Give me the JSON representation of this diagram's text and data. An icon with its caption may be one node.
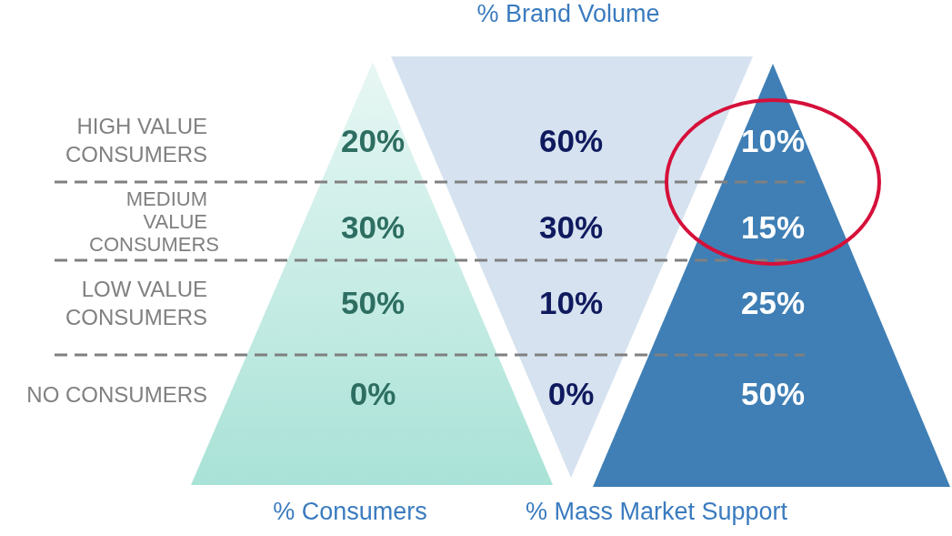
{
  "diagram": {
    "nodes": [
      {
        "text": [
          "% Consumers",
          "20%",
          "30%",
          "50%",
          "0%"
        ]
      },
      {
        "text": [
          "% Brand Volume",
          "60%",
          "30%",
          "10%",
          "0%"
        ]
      },
      {
        "text": [
          "% Mass Market Support",
          "10%",
          "15%",
          "25%",
          "50%"
        ]
      }
    ],
    "edges": [],
    "labels": [
      "HIGH VALUE CONSUMERS",
      "MEDIUM VALUE CONSUMERS",
      "LOW VALUE CONSUMERS",
      "NO CONSUMERS"
    ]
  }
}
